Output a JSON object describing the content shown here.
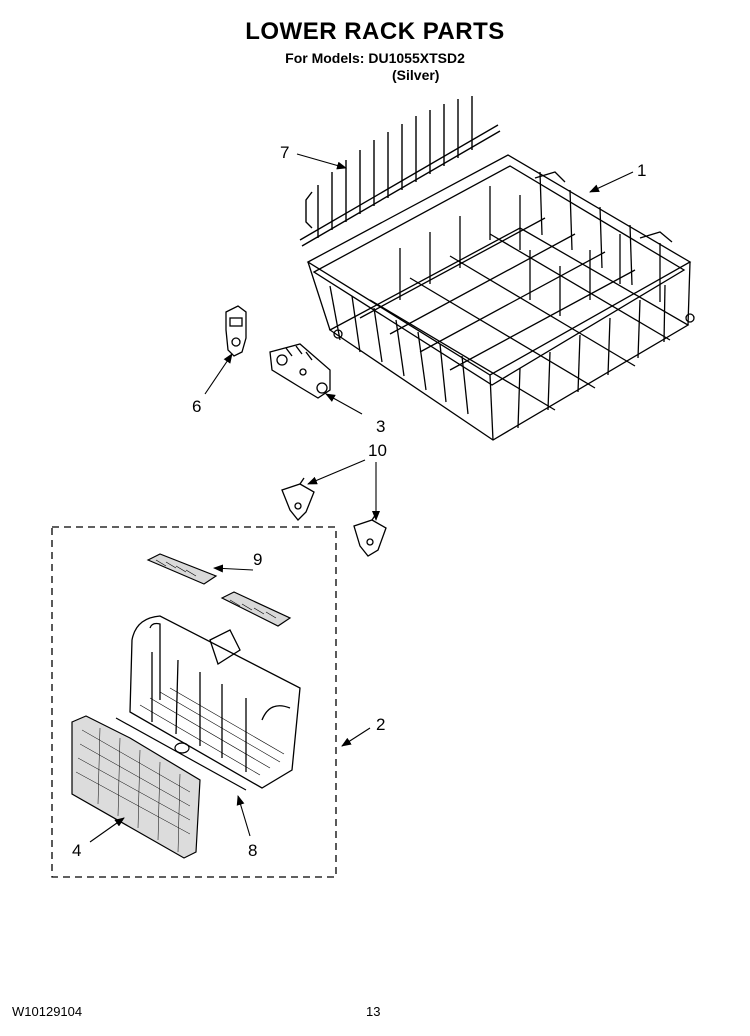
{
  "header": {
    "title": "LOWER RACK PARTS",
    "models_line": "For Models: DU1055XTSD2",
    "color_line": "(Silver)"
  },
  "callouts": [
    "1",
    "2",
    "3",
    "4",
    "6",
    "7",
    "8",
    "9",
    "10"
  ],
  "footer": {
    "doc_number": "W10129104",
    "page_number": "13"
  }
}
